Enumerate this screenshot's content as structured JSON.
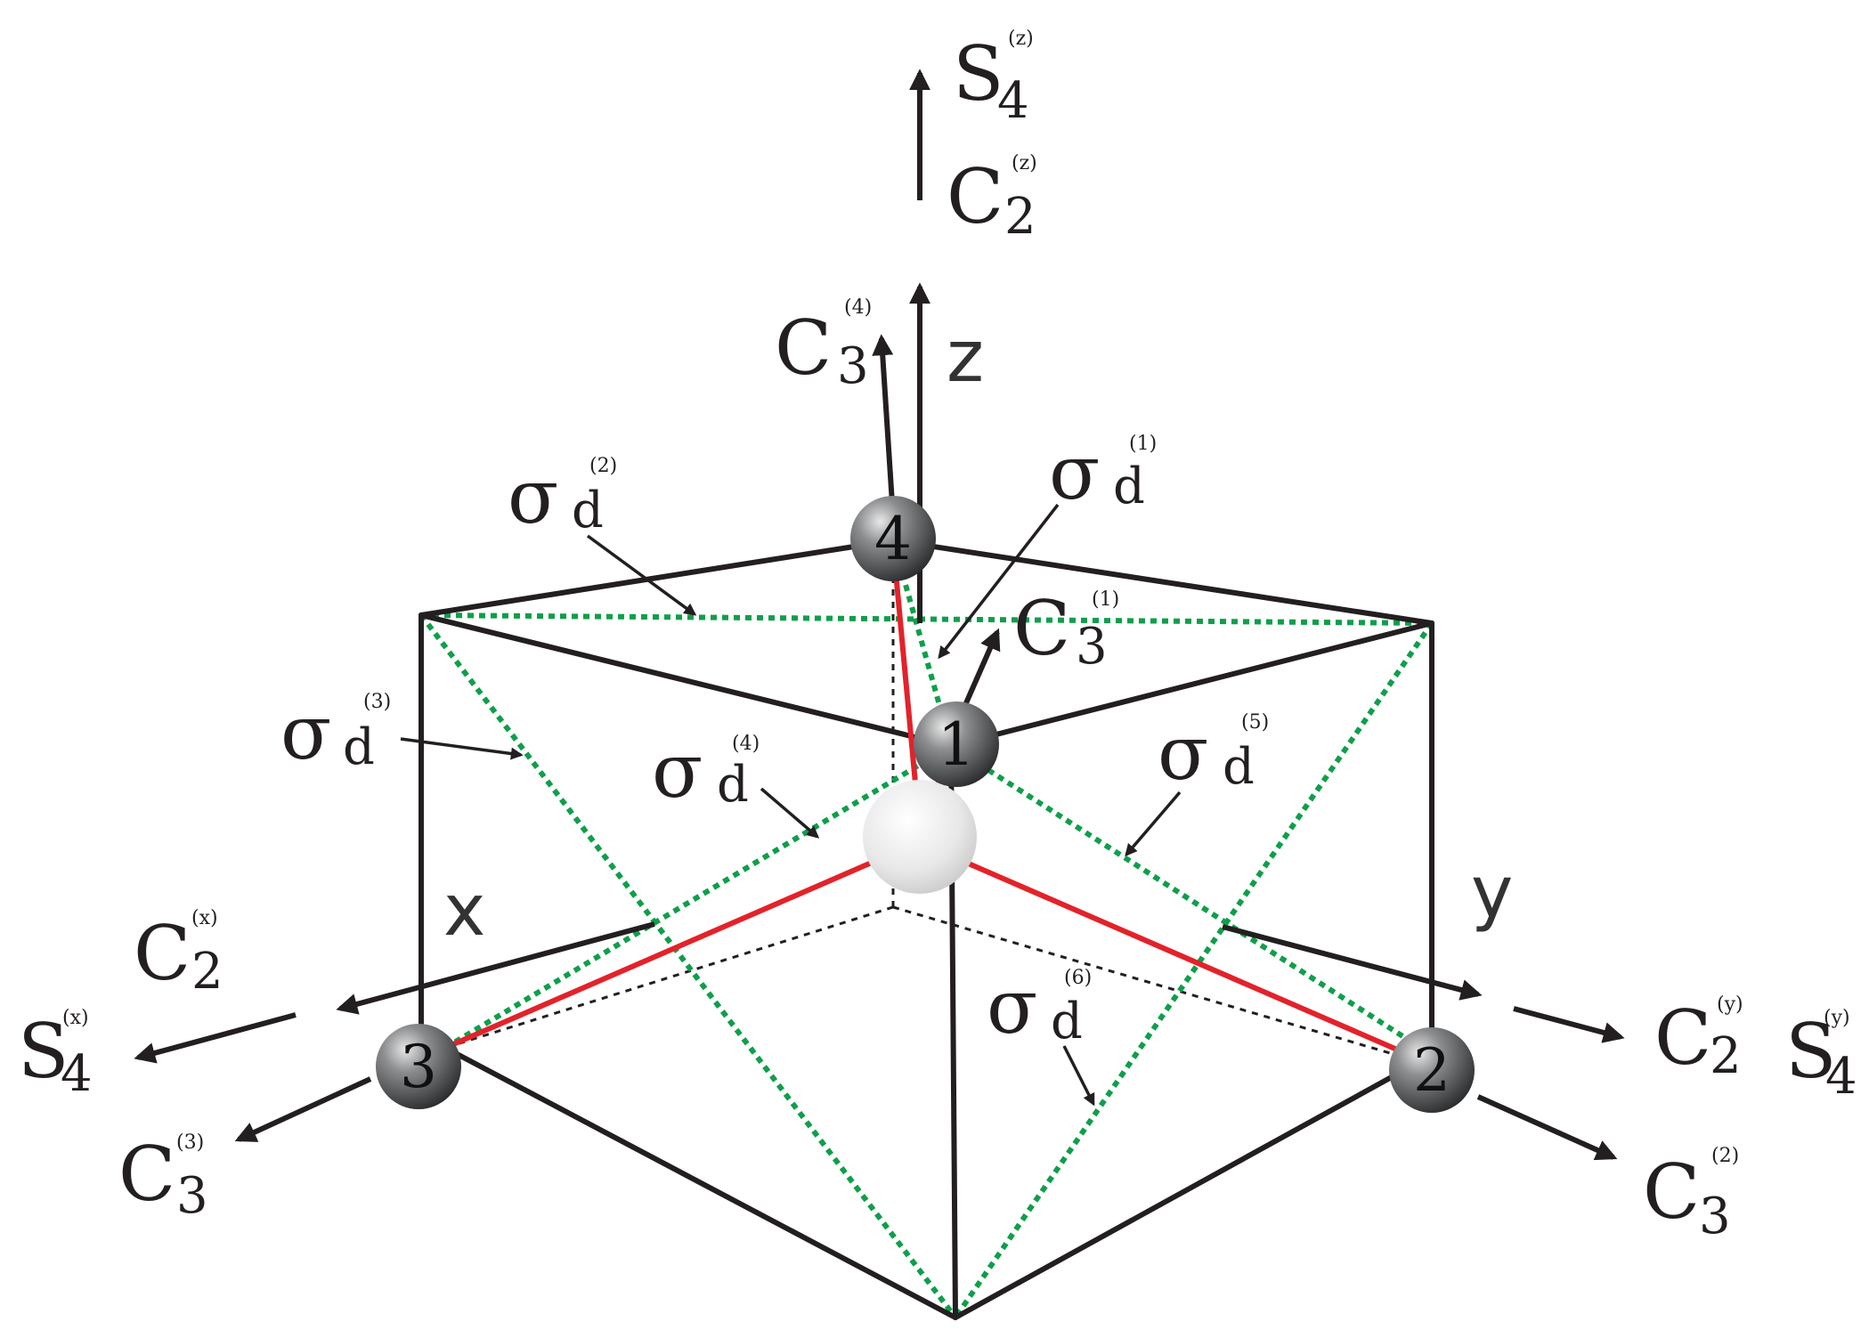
{
  "colors": {
    "edges": "#231f20",
    "mirror_planes": "#0e9f4a",
    "bonds": "#e3222a",
    "atom_dark": "#4a4b4d",
    "central_atom": "#dcdcdc"
  },
  "axes": {
    "x": "x",
    "y": "y",
    "z": "z"
  },
  "atoms": [
    "1",
    "2",
    "3",
    "4"
  ],
  "symbols": {
    "S": "S",
    "C": "C",
    "sigma": "σ",
    "d": "d",
    "n2": "2",
    "n3": "3",
    "n4": "4"
  },
  "superscripts": {
    "z": "(z)",
    "x": "(x)",
    "y": "(y)",
    "c3_1": "(1)",
    "c3_2": "(2)",
    "c3_3": "(3)",
    "c3_4": "(4)",
    "sd_1": "(1)",
    "sd_2": "(2)",
    "sd_3": "(3)",
    "sd_4": "(4)",
    "sd_5": "(5)",
    "sd_6": "(6)"
  }
}
